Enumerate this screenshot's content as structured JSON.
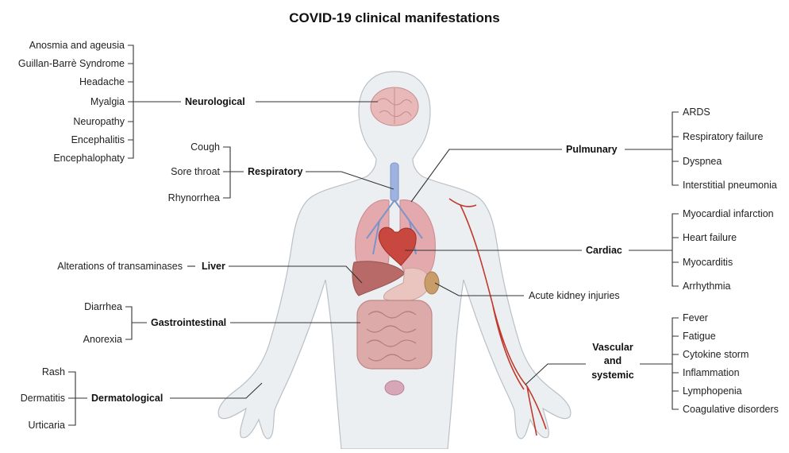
{
  "title": "COVID-19 clinical manifestations",
  "groups": {
    "neurological": {
      "label": "Neurological",
      "items": [
        "Anosmia and ageusia",
        "Guillan-Barrè Syndrome",
        "Headache",
        "Myalgia",
        "Neuropathy",
        "Encephalitis",
        "Encephalophaty"
      ]
    },
    "respiratory": {
      "label": "Respiratory",
      "items": [
        "Cough",
        "Sore throat",
        "Rhynorrhea"
      ]
    },
    "liver": {
      "label": "Liver",
      "items": [
        "Alterations of transaminases"
      ]
    },
    "gastrointestinal": {
      "label": "Gastrointestinal",
      "items": [
        "Diarrhea",
        "Anorexia"
      ]
    },
    "dermatological": {
      "label": "Dermatological",
      "items": [
        "Rash",
        "Dermatitis",
        "Urticaria"
      ]
    },
    "pulmonary": {
      "label": "Pulmunary",
      "items": [
        "ARDS",
        "Respiratory failure",
        "Dyspnea",
        "Interstitial pneumonia"
      ]
    },
    "cardiac": {
      "label": "Cardiac",
      "items": [
        "Myocardial infarction",
        "Heart failure",
        "Myocarditis",
        "Arrhythmia"
      ]
    },
    "kidney": {
      "label": "Acute kidney injuries"
    },
    "vascular": {
      "label_lines": [
        "Vascular",
        "and",
        "systemic"
      ],
      "items": [
        "Fever",
        "Fatigue",
        "Cytokine storm",
        "Inflammation",
        "Lymphopenia",
        "Coagulative disorders"
      ]
    }
  },
  "colors": {
    "skin": "#eceff2",
    "brain": "#e9b9b9",
    "lungs": "#e3a9ad",
    "bronchi": "#7d93c8",
    "heart": "#c8473e",
    "liver": "#b86a68",
    "intestine": "#dcaaa8",
    "artery": "#c0392b"
  }
}
